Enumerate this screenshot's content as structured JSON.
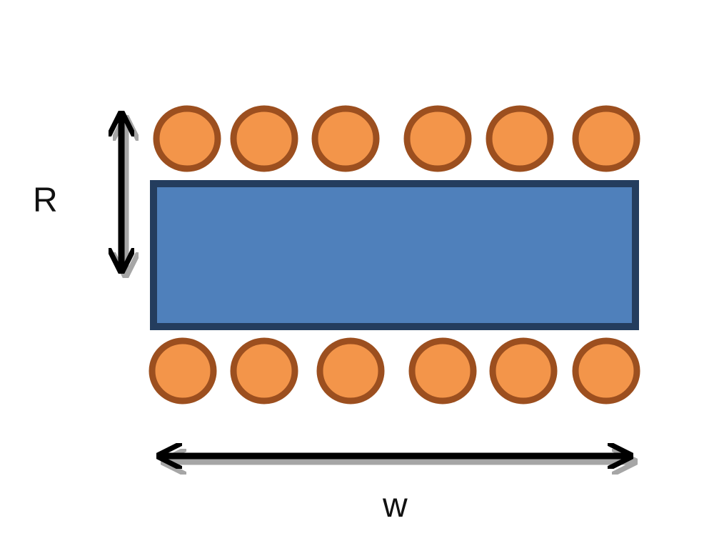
{
  "labels": {
    "height": "R",
    "width": "w"
  },
  "rows": {
    "top_count": 6,
    "bottom_count": 6
  },
  "colors": {
    "particle_fill": "#f3954a",
    "particle_stroke": "#9c4f1f",
    "slab_fill": "#4f80bb",
    "slab_stroke": "#243d5e",
    "arrow": "#000000",
    "arrow_shadow": "#a6a6a6"
  }
}
